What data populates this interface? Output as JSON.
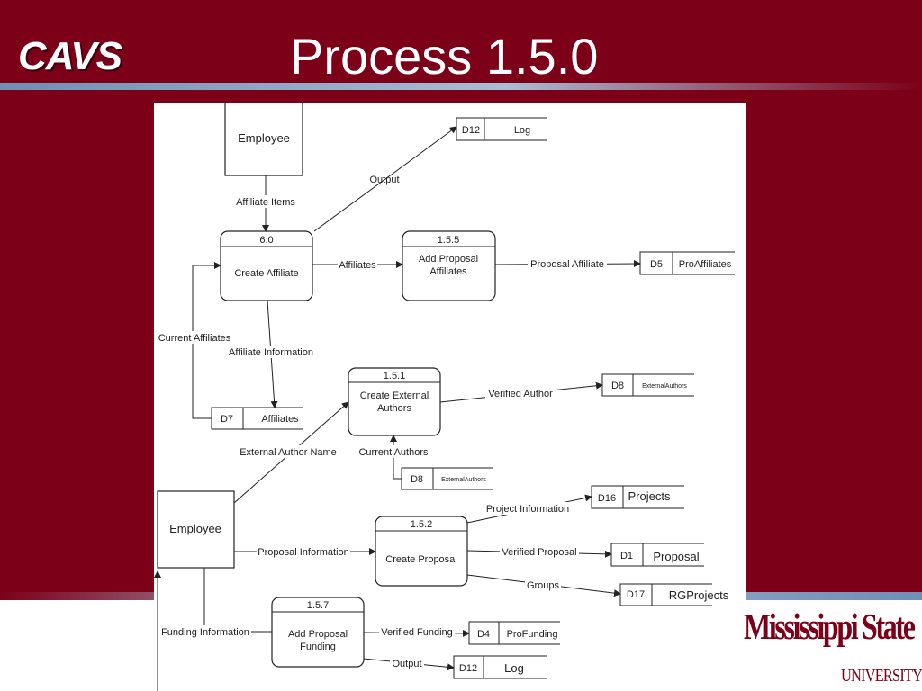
{
  "header": {
    "logo_text": "CAVS",
    "title": "Process 1.5.0"
  },
  "colors": {
    "maroon": "#7d0019",
    "rule_blue": "#6f8fb5"
  },
  "university_mark": {
    "line1": "Mississippi State",
    "line2": "UNIVERSITY"
  },
  "diagram": {
    "entities": {
      "employee_top": "Employee",
      "employee_bottom": "Employee"
    },
    "processes": {
      "p60": {
        "id": "6.0",
        "name": "Create Affiliate"
      },
      "p155": {
        "id": "1.5.5",
        "name_line1": "Add Proposal",
        "name_line2": "Affiliates"
      },
      "p151": {
        "id": "1.5.1",
        "name_line1": "Create External",
        "name_line2": "Authors"
      },
      "p152": {
        "id": "1.5.2",
        "name": "Create Proposal"
      },
      "p157": {
        "id": "1.5.7",
        "name_line1": "Add Proposal",
        "name_line2": "Funding"
      }
    },
    "stores": {
      "d12_top": {
        "id": "D12",
        "name": "Log"
      },
      "d5": {
        "id": "D5",
        "name": "ProAffiliates"
      },
      "d7": {
        "id": "D7",
        "name": "Affiliates"
      },
      "d8_right": {
        "id": "D8",
        "name": "ExternalAuthors"
      },
      "d8_mid": {
        "id": "D8",
        "name": "ExternalAuthors"
      },
      "d16": {
        "id": "D16",
        "name": "Projects"
      },
      "d1": {
        "id": "D1",
        "name": "Proposal"
      },
      "d17": {
        "id": "D17",
        "name": "RGProjects"
      },
      "d4": {
        "id": "D4",
        "name": "ProFunding"
      },
      "d12_bottom": {
        "id": "D12",
        "name": "Log"
      }
    },
    "flows": {
      "output_top": "Output",
      "affiliate_items": "Affiliate Items",
      "affiliates": "Affiliates",
      "proposal_affiliate": "Proposal Affiliate",
      "current_affiliates": "Current Affiliates",
      "affiliate_information": "Affiliate Information",
      "verified_author": "Verified Author",
      "external_author_name": "External Author Name",
      "current_authors": "Current Authors",
      "project_information": "Project Information",
      "proposal_information": "Proposal Information",
      "verified_proposal": "Verified Proposal",
      "groups": "Groups",
      "funding_information": "Funding Information",
      "verified_funding": "Verified Funding",
      "output_bottom": "Output"
    }
  }
}
